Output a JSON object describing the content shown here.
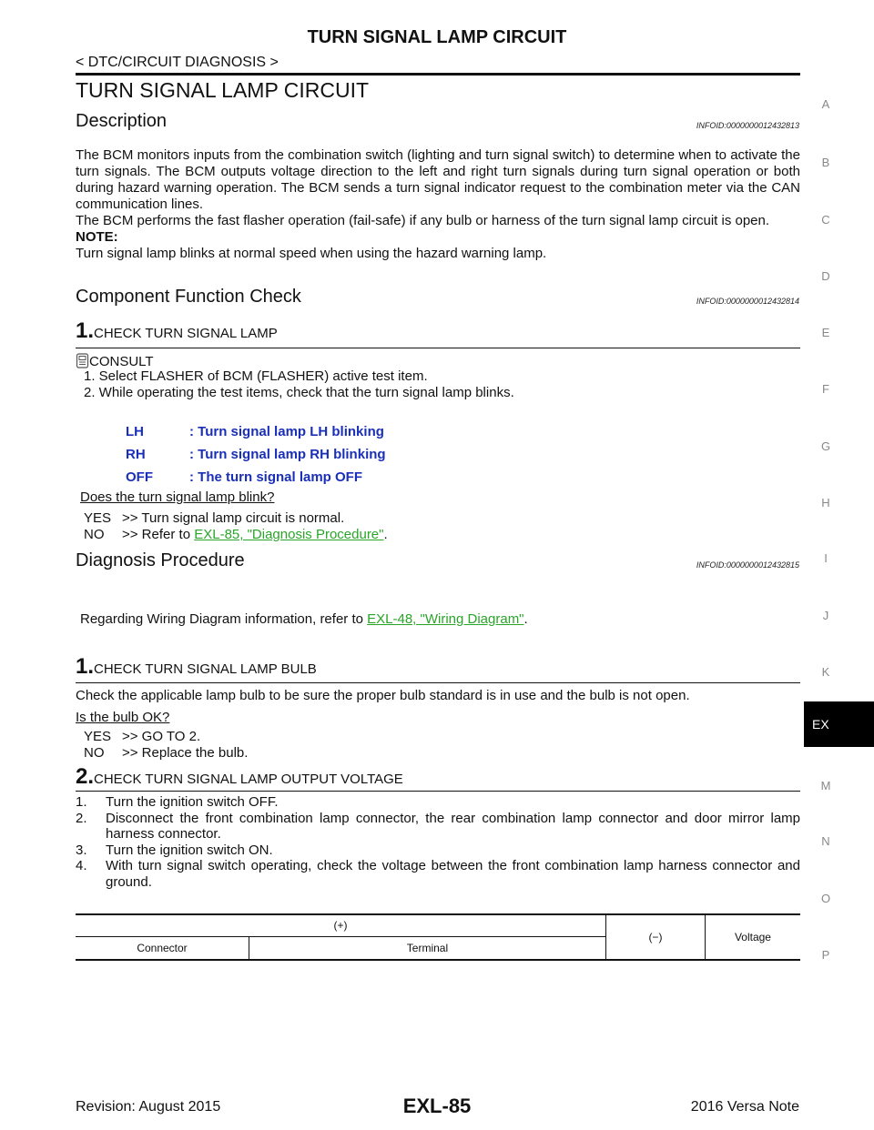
{
  "header": {
    "title": "TURN SIGNAL LAMP CIRCUIT",
    "subtitle": "< DTC/CIRCUIT DIAGNOSIS >"
  },
  "section_title": "TURN SIGNAL LAMP CIRCUIT",
  "description": {
    "heading": "Description",
    "infoid": "INFOID:0000000012432813",
    "para1": "The BCM monitors inputs from the combination switch (lighting and turn signal switch) to determine when to activate the turn signals. The BCM outputs voltage direction to the left and right turn signals during turn signal operation or both during hazard warning operation. The BCM sends a turn signal indicator request to the combination meter via the CAN communication lines.",
    "para2": "The BCM performs the fast flasher operation (fail-safe) if any bulb or harness of the turn signal lamp circuit is open.",
    "note_label": "NOTE:",
    "note": "Turn signal lamp blinks at normal speed when using the hazard warning lamp."
  },
  "component_check": {
    "heading": "Component Function Check",
    "infoid": "INFOID:0000000012432814",
    "step1_num": "1.",
    "step1_title": "CHECK TURN SIGNAL LAMP",
    "consult": "CONSULT",
    "items": [
      "1.   Select FLASHER of BCM (FLASHER) active test item.",
      "2.   While operating the test items, check that the turn signal lamp blinks."
    ],
    "spec": [
      {
        "key": "LH",
        "value": ": Turn signal lamp LH blinking"
      },
      {
        "key": "RH",
        "value": ": Turn signal lamp RH blinking"
      },
      {
        "key": "OFF",
        "value": ": The turn signal lamp OFF"
      }
    ],
    "question": "Does the turn signal lamp blink?",
    "yes_label": "YES",
    "yes_text": ">> Turn signal lamp circuit is normal.",
    "no_label": "NO",
    "no_text": ">> Refer to",
    "no_link": "EXL-85, \"Diagnosis Procedure\"",
    "no_tail": "."
  },
  "diagnosis": {
    "heading": "Diagnosis Procedure",
    "infoid": "INFOID:0000000012432815",
    "wiring_text": "Regarding Wiring Diagram information, refer to",
    "wiring_link": "EXL-48, \"Wiring Diagram\"",
    "wiring_tail": ".",
    "step1_num": "1.",
    "step1_title": "CHECK TURN SIGNAL LAMP BULB",
    "step1_body": "Check the applicable lamp bulb to be sure the proper bulb standard is in use and the bulb is not open.",
    "step1_question": "Is the bulb OK?",
    "step1_yes_label": "YES",
    "step1_yes": ">> GO TO 2.",
    "step1_no_label": "NO",
    "step1_no": ">> Replace the bulb.",
    "step2_num": "2.",
    "step2_title": "CHECK TURN SIGNAL LAMP OUTPUT VOLTAGE",
    "step2_items": [
      {
        "n": "1.",
        "t": "Turn the ignition switch OFF."
      },
      {
        "n": "2.",
        "t": "Disconnect the front combination lamp connector, the rear combination lamp connector and door mirror lamp harness connector."
      },
      {
        "n": "3.",
        "t": "Turn the ignition switch ON."
      },
      {
        "n": "4.",
        "t": "With turn signal switch operating, check the voltage between the front combination lamp harness connector and ground."
      }
    ],
    "table": {
      "plus": "(+)",
      "minus": "(−)",
      "voltage": "Voltage",
      "connector": "Connector",
      "terminal": "Terminal"
    }
  },
  "side_index": [
    "A",
    "B",
    "C",
    "D",
    "E",
    "F",
    "G",
    "H",
    "I",
    "J",
    "K",
    "EX",
    "M",
    "N",
    "O",
    "P"
  ],
  "footer": {
    "revision": "Revision: August 2015",
    "page": "EXL-85",
    "model": "2016 Versa Note"
  }
}
